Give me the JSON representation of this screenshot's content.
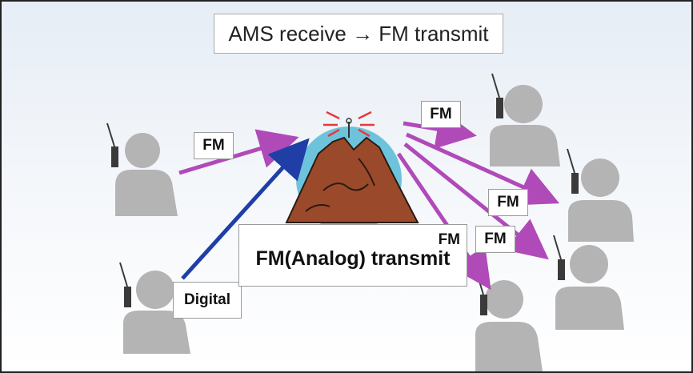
{
  "title": "AMS receive → FM transmit",
  "repeater_caption": {
    "mode": "FM",
    "action": "FM(Analog) transmit"
  },
  "links": {
    "input_fm": "FM",
    "input_digital": "Digital",
    "output_1": "FM",
    "output_2": "FM",
    "output_3": "FM"
  },
  "colors": {
    "fm_arrow": "#b04ab8",
    "digital_arrow": "#1f3fa6",
    "mountain": "#9a4a2b",
    "sky_disc": "#6ec3dc",
    "person": "#b4b4b4",
    "signal": "#e43b3b"
  }
}
